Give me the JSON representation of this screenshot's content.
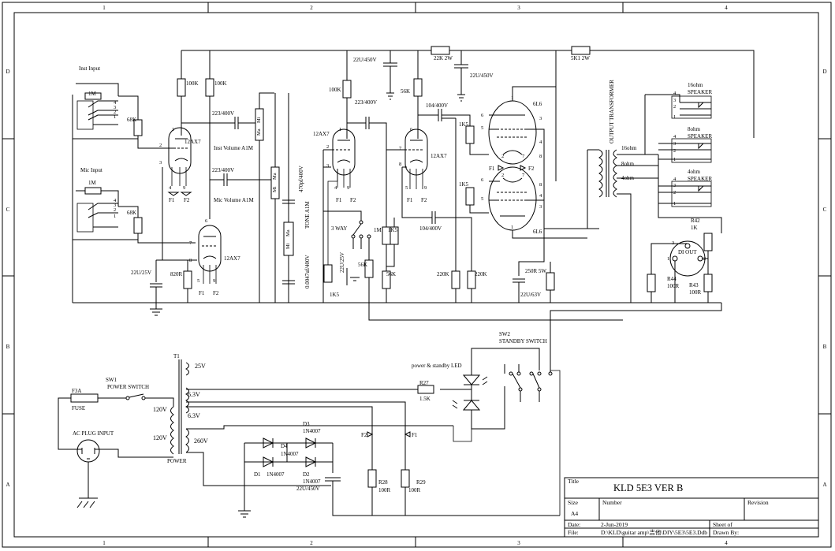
{
  "zones": {
    "columns": [
      "1",
      "2",
      "3",
      "4"
    ],
    "rows": [
      "D",
      "C",
      "B",
      "A"
    ]
  },
  "labels": {
    "inst_input": "Inst Input",
    "mic_input": "Mic Input",
    "inst_volume": "Inst Volume A1M",
    "mic_volume": "Mic Volume A1M",
    "tone": "TONE A1M",
    "three_way": "3 WAY",
    "output_transformer": "OUTPUT TRANSFORMER",
    "speaker": "SPEAKER",
    "ohm16_spk": "16ohm",
    "ohm8_spk": "8ohm",
    "ohm4_spk": "4ohm",
    "ohm16_tap": "16ohm",
    "ohm8_tap": "8ohm",
    "ohm4_tap": "4ohm",
    "di_out": "DI OUT",
    "sw2_ref": "SW2",
    "standby_switch": "STANDBY SWITCH",
    "power_led": "power & standby LED",
    "sw1_ref": "SW1",
    "power_switch": "POWER SWITCH",
    "fuse_ref": "F3A",
    "fuse": "FUSE",
    "ac_plug": "AC PLUG INPUT",
    "t1": "T1",
    "power": "POWER",
    "v25": "25V",
    "v63a": "6.3V",
    "v63b": "6.3V",
    "v120a": "120V",
    "v120b": "120V",
    "v260": "260V",
    "f1": "F1",
    "f2": "F2",
    "ma": "Ma",
    "mi": "Mi"
  },
  "components": {
    "r_1m_a": "1M",
    "r_1m_b": "1M",
    "r_68k_a": "68K",
    "r_68k_b": "68K",
    "r_100k_a": "100K",
    "r_100k_b": "100K",
    "r_100k_c": "100K",
    "c_223_a": "223/400V",
    "c_223_b": "223/400V",
    "c_223_c": "223/400V",
    "tube_a": "12AX7",
    "tube_b": "12AX7",
    "tube_c": "12AX7",
    "tube_d": "12AX7",
    "c_470p": "470pf/400V",
    "c_0047": "0.0047uf/400V",
    "c_22u25_a": "22U/25V",
    "c_22u25_b": "22U/25V",
    "r_820": "820R",
    "r_1k5_a": "1K5",
    "r_1k5_b": "1K5",
    "r_1k5_c": "1K5",
    "r_1k5_d": "1K5",
    "r_56k_a": "56K",
    "r_56k_b": "56K",
    "r_56k_c": "56K",
    "r_1m_c": "1M",
    "c_22u450_a": "22U/450V",
    "c_22u450_b": "22U/450V",
    "c_22u450_c": "22U/450V",
    "r_22k2w": "22K 2W",
    "r_5k12w": "5K1 2W",
    "c_104_a": "104/400V",
    "c_104_b": "104/400V",
    "r_220k_a": "220K",
    "r_220k_b": "220K",
    "r_250r": "250R 5W",
    "c_22u63": "22U/63V",
    "tube_6l6_a": "6L6",
    "tube_6l6_b": "6L6",
    "r42_ref": "R42",
    "r42_val": "1K",
    "r44_ref": "R44",
    "r44_val": "100R",
    "r43_ref": "R43",
    "r43_val": "100R",
    "r27_ref": "R27",
    "r27_val": "1.5K",
    "r28_ref": "R28",
    "r28_val": "100R",
    "r29_ref": "R29",
    "r29_val": "100R",
    "d1_ref": "D1",
    "d1_val": "1N4007",
    "d2_ref": "D2",
    "d2_val": "1N4007",
    "d3_ref": "D3",
    "d3_val": "1N4007",
    "d4_ref": "D4",
    "d4_val": "1N4007"
  },
  "title_block": {
    "title_label": "Title",
    "title": "KLD 5E3 VER B",
    "size_label": "Size",
    "size": "A4",
    "number_label": "Number",
    "revision_label": "Revision",
    "date_label": "Date:",
    "date": "2-Jun-2019",
    "file_label": "File:",
    "file": "D:\\KLD\\guitar amp\\吉他\\DIY\\5E3\\5E3.Ddb",
    "sheet_label": "Sheet    of",
    "drawn_label": "Drawn By:"
  }
}
